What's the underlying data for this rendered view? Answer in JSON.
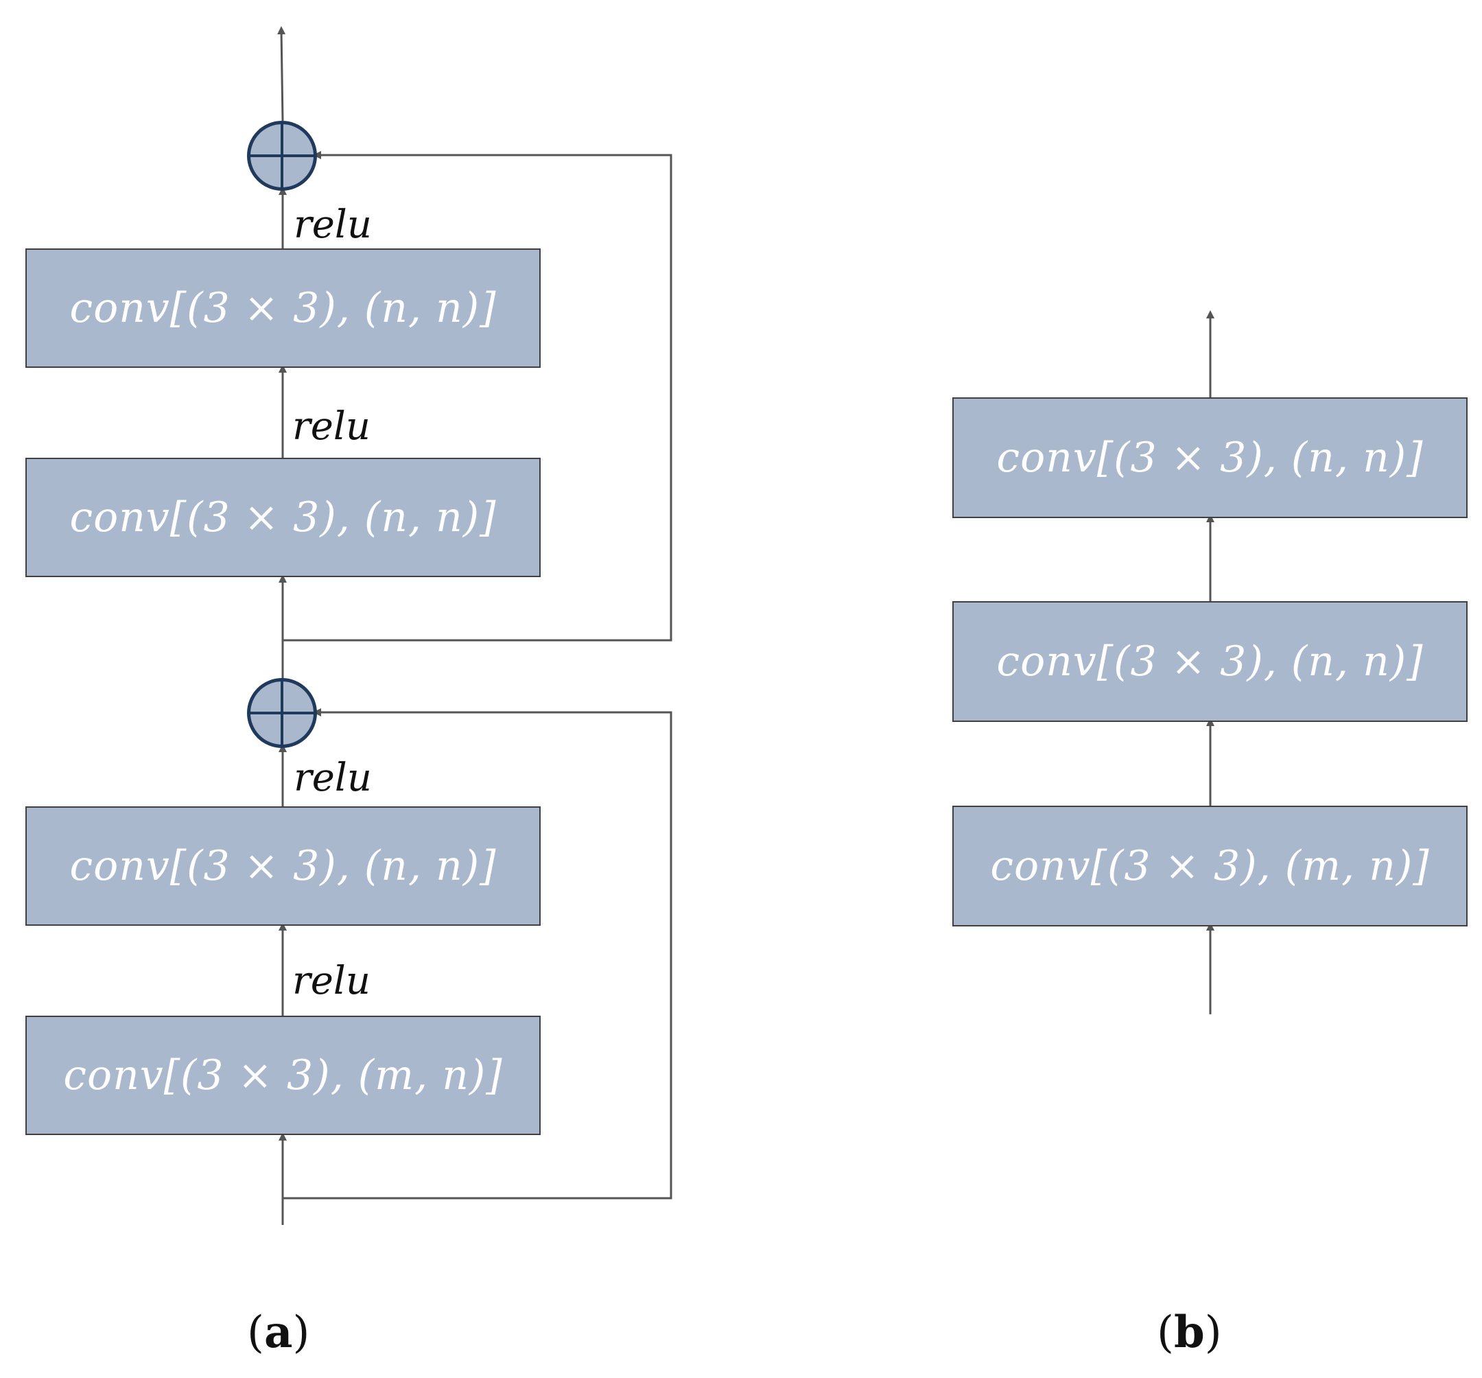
{
  "colors": {
    "block_fill": "#a9b8cc",
    "block_border": "#404040",
    "sum_fill": "#a9b8cc",
    "sum_border": "#1f3a5c",
    "wire": "#555555",
    "block_text": "#ffffff"
  },
  "panel_a": {
    "blocks": [
      {
        "label": "conv[(3 × 3), (n, n)]"
      },
      {
        "label": "conv[(3 × 3), (n, n)]"
      },
      {
        "label": "conv[(3 × 3), (n, n)]"
      },
      {
        "label": "conv[(3 × 3), (m, n)]"
      }
    ],
    "activations": [
      "relu",
      "relu",
      "relu",
      "relu"
    ],
    "caption_open": "(",
    "caption_letter": "a",
    "caption_close": ")"
  },
  "panel_b": {
    "blocks": [
      {
        "label": "conv[(3 × 3), (n, n)]"
      },
      {
        "label": "conv[(3 × 3), (n, n)]"
      },
      {
        "label": "conv[(3 × 3), (m, n)]"
      }
    ],
    "caption_open": "(",
    "caption_letter": "b",
    "caption_close": ")"
  }
}
